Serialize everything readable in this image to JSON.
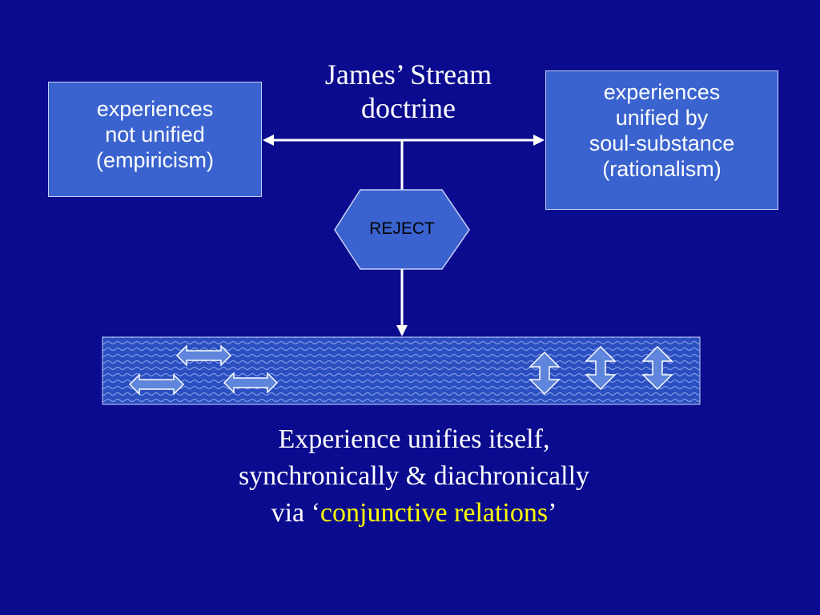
{
  "title": {
    "line1": "James’ Stream",
    "line2": "doctrine"
  },
  "left_box": {
    "line1": "experiences",
    "line2": "not unified",
    "line3": "(empiricism)"
  },
  "right_box": {
    "line1": "experiences",
    "line2": "unified by",
    "line3": "soul-substance",
    "line4": "(rationalism)"
  },
  "reject": {
    "label": "REJECT"
  },
  "caption": {
    "line1": "Experience unifies itself,",
    "line2": "synchronically & diachronically",
    "line3_prefix": "via ‘",
    "line3_highlight": "conjunctive relations",
    "line3_suffix": "’"
  },
  "colors": {
    "background": "#0b0b8f",
    "box_fill": "#3a63cf",
    "box_border": "#c7d1f5",
    "connector": "#ffffff",
    "highlight": "#ffff00"
  }
}
